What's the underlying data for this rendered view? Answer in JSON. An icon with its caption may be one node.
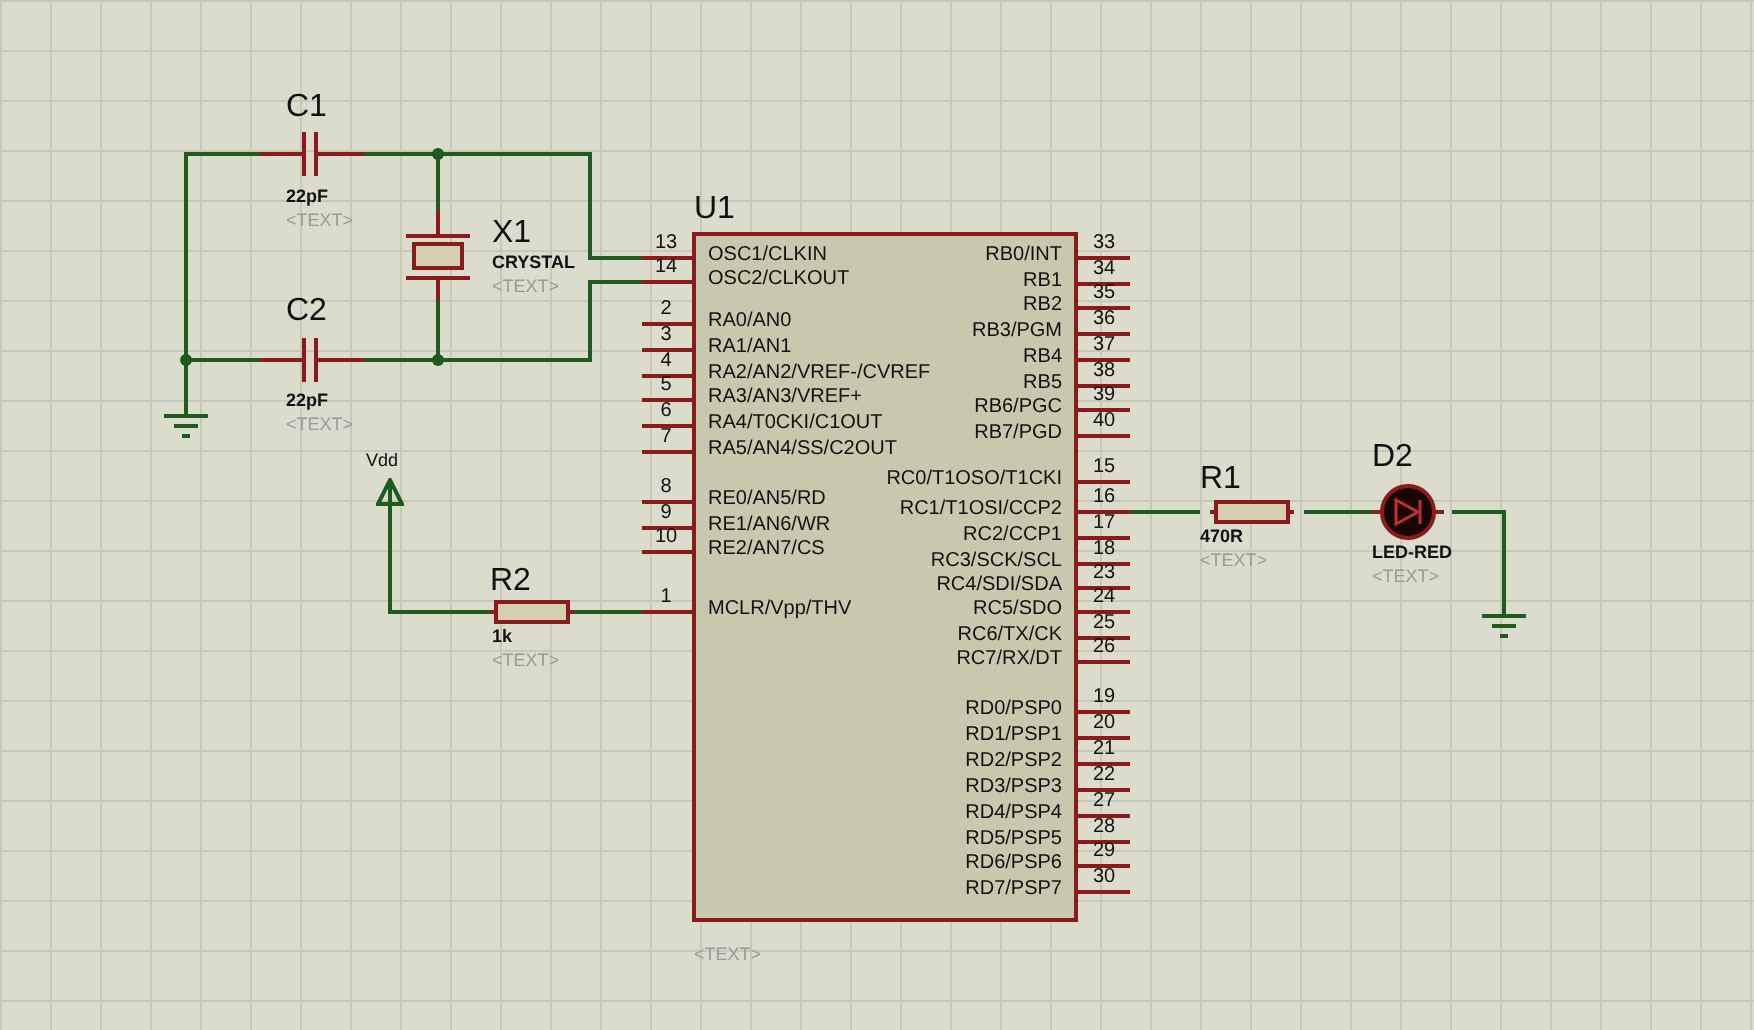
{
  "diagram": {
    "nodes": [
      {
        "text": [
          "C1",
          "22pF",
          "<TEXT>"
        ]
      },
      {
        "text": [
          "X1",
          "CRYSTAL",
          "<TEXT>"
        ]
      },
      {
        "text": [
          "C2",
          "22pF",
          "<TEXT>"
        ]
      },
      {
        "text": [
          "U1",
          "OSC1/CLKIN",
          "OSC2/CLKOUT",
          "RA0/AN0",
          "RA1/AN1",
          "RA2/AN2/VREF-/CVREF",
          "RA3/AN3/VREF+",
          "RA4/T0CKI/C1OUT",
          "RA5/AN4/SS/C2OUT",
          "RE0/AN5/RD",
          "RE1/AN6/WR",
          "RE2/AN7/CS",
          "MCLR/Vpp/THV",
          "RB0/INT",
          "RB1",
          "RB2",
          "RB3/PGM",
          "RB4",
          "RB5",
          "RB6/PGC",
          "RB7/PGD",
          "RC0/T1OSO/T1CKI",
          "RC1/T1OSI/CCP2",
          "RC2/CCP1",
          "RC3/SCK/SCL",
          "RC4/SDI/SDA",
          "RC5/SDO",
          "RC6/TX/CK",
          "RC7/RX/DT",
          "RD0/PSP0",
          "RD1/PSP1",
          "RD2/PSP2",
          "RD3/PSP3",
          "RD4/PSP4",
          "RD5/PSP5",
          "RD6/PSP6",
          "RD7/PSP7"
        ],
        "beside": [
          "13",
          "14",
          "2",
          "3",
          "4",
          "5",
          "6",
          "7",
          "8",
          "9",
          "10",
          "1",
          "33",
          "34",
          "35",
          "36",
          "37",
          "38",
          "39",
          "40",
          "15",
          "16",
          "17",
          "18",
          "23",
          "24",
          "25",
          "26",
          "19",
          "20",
          "21",
          "22",
          "27",
          "28",
          "29",
          "30",
          "<TEXT>"
        ]
      },
      {
        "text": [
          "Vdd"
        ]
      },
      {
        "text": [
          "R2",
          "1k",
          "<TEXT>"
        ]
      },
      {
        "text": [
          "R1",
          "470R",
          "<TEXT>"
        ]
      },
      {
        "text": [
          "D2",
          "LED-RED",
          "<TEXT>"
        ]
      },
      {
        "text": [],
        "shape": "ground"
      },
      {
        "text": [],
        "shape": "ground"
      }
    ],
    "edges": [
      {
        "from": 0,
        "to": 1,
        "arrow": "none"
      },
      {
        "from": 1,
        "to": 3,
        "arrow": "none"
      },
      {
        "from": 2,
        "to": 1,
        "arrow": "none"
      },
      {
        "from": 1,
        "to": 3,
        "arrow": "none"
      },
      {
        "from": 0,
        "to": 8,
        "arrow": "none"
      },
      {
        "from": 2,
        "to": 8,
        "arrow": "none"
      },
      {
        "from": 5,
        "to": 4,
        "arrow": "to"
      },
      {
        "from": 5,
        "to": 3,
        "arrow": "none"
      },
      {
        "from": 3,
        "to": 6,
        "arrow": "none"
      },
      {
        "from": 6,
        "to": 7,
        "arrow": "none"
      },
      {
        "from": 7,
        "to": 9,
        "arrow": "none"
      }
    ]
  }
}
